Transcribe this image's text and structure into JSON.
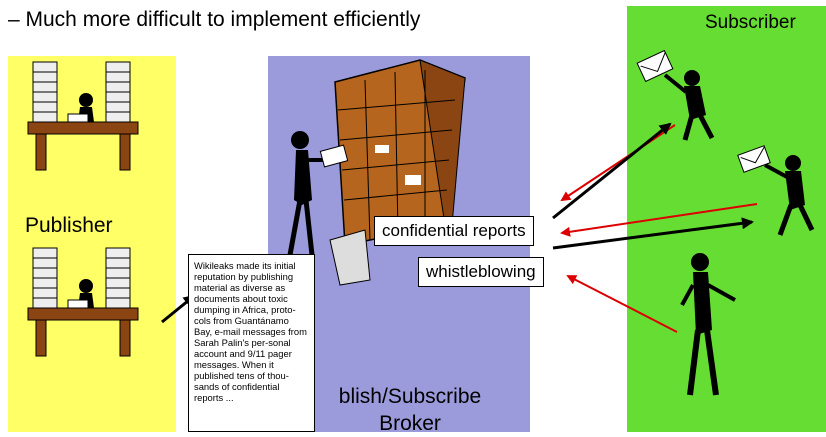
{
  "bullet_text": "–  Much more difficult to implement efficiently",
  "publisher": {
    "label": "Publisher"
  },
  "broker": {
    "label_line1": "blish/Subscribe",
    "label_line2": "Broker"
  },
  "subscriber": {
    "label": "Subscriber"
  },
  "topics": [
    "confidential reports",
    "whistleblowing"
  ],
  "note_text": "Wikileaks made its initial reputation by publishing material as diverse as documents about toxic dumping in Africa, proto-cols from Guantánamo Bay, e-mail messages from Sarah Palin's per-sonal account and 9/11 pager messages. When it published tens of thou-sands of confidential reports  ...",
  "colors": {
    "publisher_panel": "#ffff66",
    "broker_panel": "#9b9bdb",
    "subscriber_panel": "#66dd33",
    "subscribe_arrow": "#dd0000",
    "deliver_arrow": "#000000"
  },
  "icons": [
    "desk-with-papers-icon",
    "mailbox-shelf-icon",
    "person-with-letter-icon",
    "stick-figure-icon"
  ]
}
